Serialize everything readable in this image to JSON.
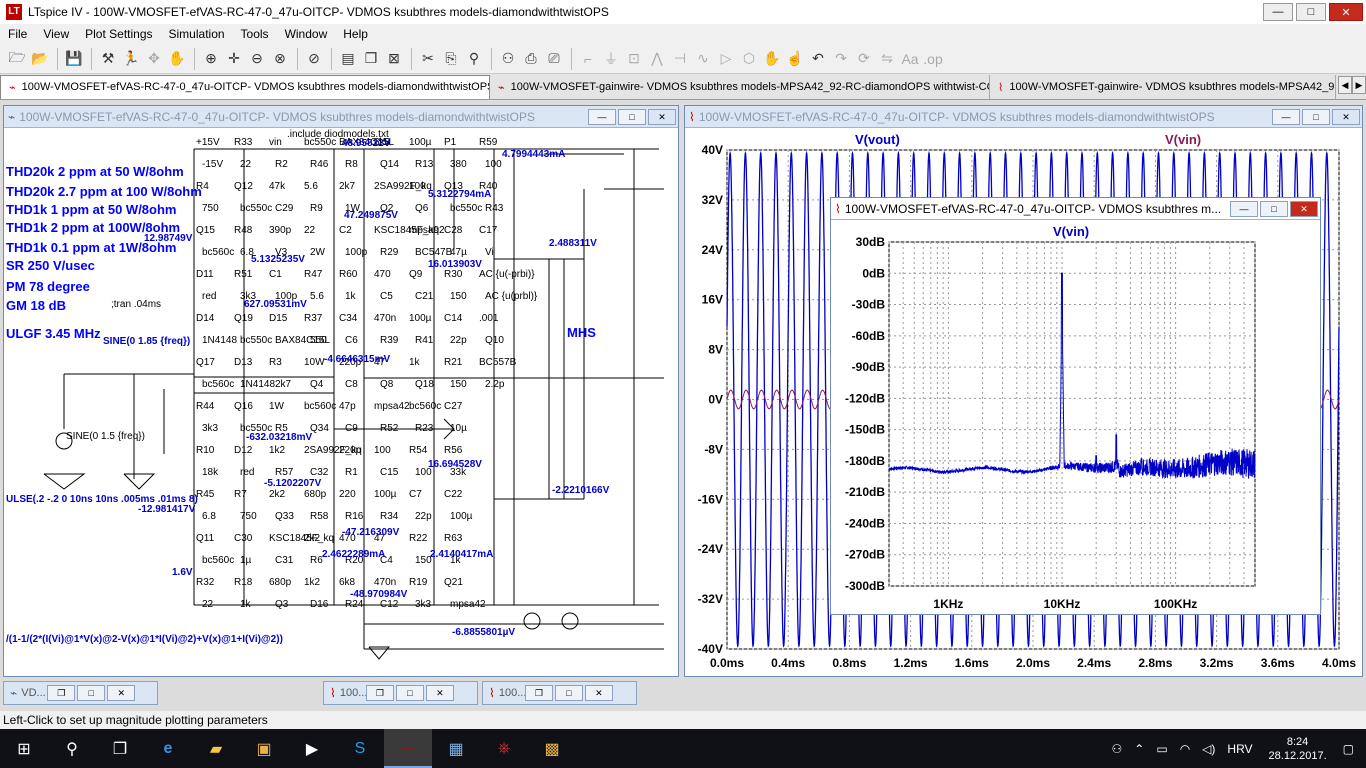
{
  "app": {
    "title": "LTspice IV - 100W-VMOSFET-efVAS-RC-47-0_47u-OITCP- VDMOS ksubthres models-diamondwithtwistOPS",
    "icon": "ltspice-icon"
  },
  "window_controls": {
    "minimize": "—",
    "maximize": "□",
    "close": "✕"
  },
  "menu": [
    "File",
    "View",
    "Plot Settings",
    "Simulation",
    "Tools",
    "Window",
    "Help"
  ],
  "tabs": [
    {
      "label": "100W-VMOSFET-efVAS-RC-47-0_47u-OITCP- VDMOS ksubthres models-diamondwithtwistOPS",
      "icon": "schematic-icon"
    },
    {
      "label": "100W-VMOSFET-gainwire- VDMOS ksubthres models-MPSA42_92-RC-diamondOPS withtwist-CCS",
      "icon": "schematic-icon"
    },
    {
      "label": "100W-VMOSFET-gainwire- VDMOS ksubthres models-MPSA42_9",
      "icon": "waveform-icon"
    }
  ],
  "schematic_window": {
    "title": "100W-VMOSFET-efVAS-RC-47-0_47u-OITCP- VDMOS ksubthres models-diamondwithtwistOPS",
    "notes": [
      "THD20k 2 ppm at 50 W/8ohm",
      "THD20k 2.7 ppm at 100 W/8ohm",
      "THD1k 1 ppm at 50 W/8ohm",
      "THD1k 2 ppm at 100W/8ohm",
      "THD1k 0.1 ppm at 1W/8ohm",
      "SR 250 V/usec",
      "PM  78 degree",
      "GM  18 dB",
      "ULGF 3.45 MHz"
    ],
    "tran": ";tran .04ms",
    "include": ".include diodmodels.txt",
    "sine_src": "SINE(0 1.85 {freq})",
    "sine_v3": "SINE(0 1.5 {freq})",
    "pulse": "ULSE(.2 -.2 0 10ns 10ns .005ms .01ms 8)",
    "formula": "/(1-1/(2*(I(Vi)@1*V(x)@2-V(x)@1*I(Vi)@2)+V(x)@1+I(Vi)@2))",
    "mhs": "MHS",
    "labels": [
      "+15V",
      "-15V",
      "R4",
      "750",
      "Q15",
      "bc560c",
      "D11",
      "red",
      "D14",
      "1N4148",
      "Q17",
      "bc560c",
      "R44",
      "3k3",
      "R10",
      "18k",
      "R45",
      "6.8",
      "Q11",
      "bc560c",
      "R32",
      "22",
      "R33",
      "22",
      "Q12",
      "bc550c",
      "R48",
      "6.8",
      "R51",
      "3k3",
      "Q19",
      "bc550c",
      "D13",
      "1N4148",
      "Q16",
      "bc550c",
      "D12",
      "red",
      "R7",
      "750",
      "C30",
      "1µ",
      "R18",
      "1k",
      "vin",
      "R2",
      "47k",
      "C29",
      "390p",
      "V3",
      "C1",
      "100p",
      "D15",
      "BAX84C15L",
      "R3",
      "2k7",
      "1W",
      "R5",
      "1k2",
      "R57",
      "2k2",
      "Q33",
      "KSC1845F_kq",
      "C31",
      "680p",
      "Q3",
      "bc550c",
      "R46",
      "5.6",
      "R9",
      "22",
      "2W",
      "R47",
      "5.6",
      "R37",
      "550",
      "10W",
      "Q4",
      "bc560c",
      "Q34",
      "2SA992F_kq",
      "C32",
      "680p",
      "R58",
      "2k2",
      "R6",
      "1k2",
      "D16",
      "BAX84C15L",
      "R8",
      "2k7",
      "1W",
      "C2",
      "100p",
      "R60",
      "1k",
      "C34",
      "C6",
      "220p",
      "C8",
      "47p",
      "C9",
      "220p",
      "R1",
      "220",
      "R16",
      "470",
      "R20",
      "6k8",
      "R24",
      "6k8",
      "Q14",
      "2SA992F_kq",
      "Q2",
      "KSC1845F_kq",
      "R29",
      "470",
      "C5",
      "470n",
      "R39",
      "47",
      "Q8",
      "mpsa42",
      "R52",
      "100",
      "C15",
      "100µ",
      "R34",
      "47",
      "C4",
      "470n",
      "C12",
      "100µ",
      "R13",
      "100",
      "Q6",
      "mpsa92",
      "BC547B",
      "Q9",
      "C21",
      "100µ",
      "R41",
      "1k",
      "Q18",
      "bc560c",
      "R23",
      "R54",
      "100",
      "C7",
      "22p",
      "R22",
      "150",
      "R19",
      "3k3",
      "P1",
      "380",
      "Q13",
      "bc550c",
      "C28",
      "47µ",
      "R30",
      "150",
      "C14",
      "22p",
      "R21",
      "150",
      "C27",
      "10µ",
      "R56",
      "33k",
      "C22",
      "100µ",
      "R63",
      "1k",
      "Q21",
      "mpsa42",
      "R59",
      "100",
      "R40",
      "R43",
      "C17",
      "Vi",
      "AC {u(-prbi)}",
      "AC {u(prbl)}",
      ".001",
      "Q10",
      "BC557B",
      "2.2p"
    ],
    "node_voltages": [
      "12.98749V",
      "5.1325235V",
      "627.09531mV",
      "-4.6646315mV",
      "-632.03218mV",
      "-5.1202207V",
      "-12.981417V",
      "48.95822V",
      "47.249875V",
      "-47.216309V",
      "-48.970984V",
      "2.488311V",
      "-2.2210166V",
      "16.013903V",
      "16.694528V",
      "2.4140417mA",
      "-6.8855801µV",
      "5.3122794mA",
      "4.7994443mA",
      "2.4622289mA",
      "1.6V"
    ]
  },
  "waveform_window": {
    "title": "100W-VMOSFET-efVAS-RC-47-0_47u-OITCP- VDMOS ksubthres models-diamondwithtwistOPS",
    "traces": [
      {
        "name": "V(vout)",
        "color": "#0000c8"
      },
      {
        "name": "V(vin)",
        "color": "#8b1a5b"
      }
    ],
    "y_ticks": [
      "40V",
      "32V",
      "24V",
      "16V",
      "8V",
      "0V",
      "-8V",
      "-16V",
      "-24V",
      "-32V",
      "-40V"
    ],
    "x_ticks": [
      "0.0ms",
      "0.4ms",
      "0.8ms",
      "1.2ms",
      "1.6ms",
      "2.0ms",
      "2.4ms",
      "2.8ms",
      "3.2ms",
      "3.6ms",
      "4.0ms"
    ]
  },
  "fft_window": {
    "title": "100W-VMOSFET-efVAS-RC-47-0_47u-OITCP- VDMOS ksubthres m...",
    "trace": "V(vin)",
    "y_ticks": [
      "30dB",
      "0dB",
      "-30dB",
      "-60dB",
      "-90dB",
      "-120dB",
      "-150dB",
      "-180dB",
      "-210dB",
      "-240dB",
      "-270dB",
      "-300dB"
    ],
    "x_ticks": [
      "1KHz",
      "10KHz",
      "100KHz"
    ]
  },
  "docked_windows": [
    {
      "label": "VD...",
      "icon": "schematic-icon"
    },
    {
      "label": "100...",
      "icon": "waveform-icon"
    },
    {
      "label": "100...",
      "icon": "waveform-icon"
    }
  ],
  "status": "Left-Click to set up magnitude plotting parameters",
  "taskbar": {
    "language": "HRV",
    "time": "8:24",
    "date": "28.12.2017."
  }
}
